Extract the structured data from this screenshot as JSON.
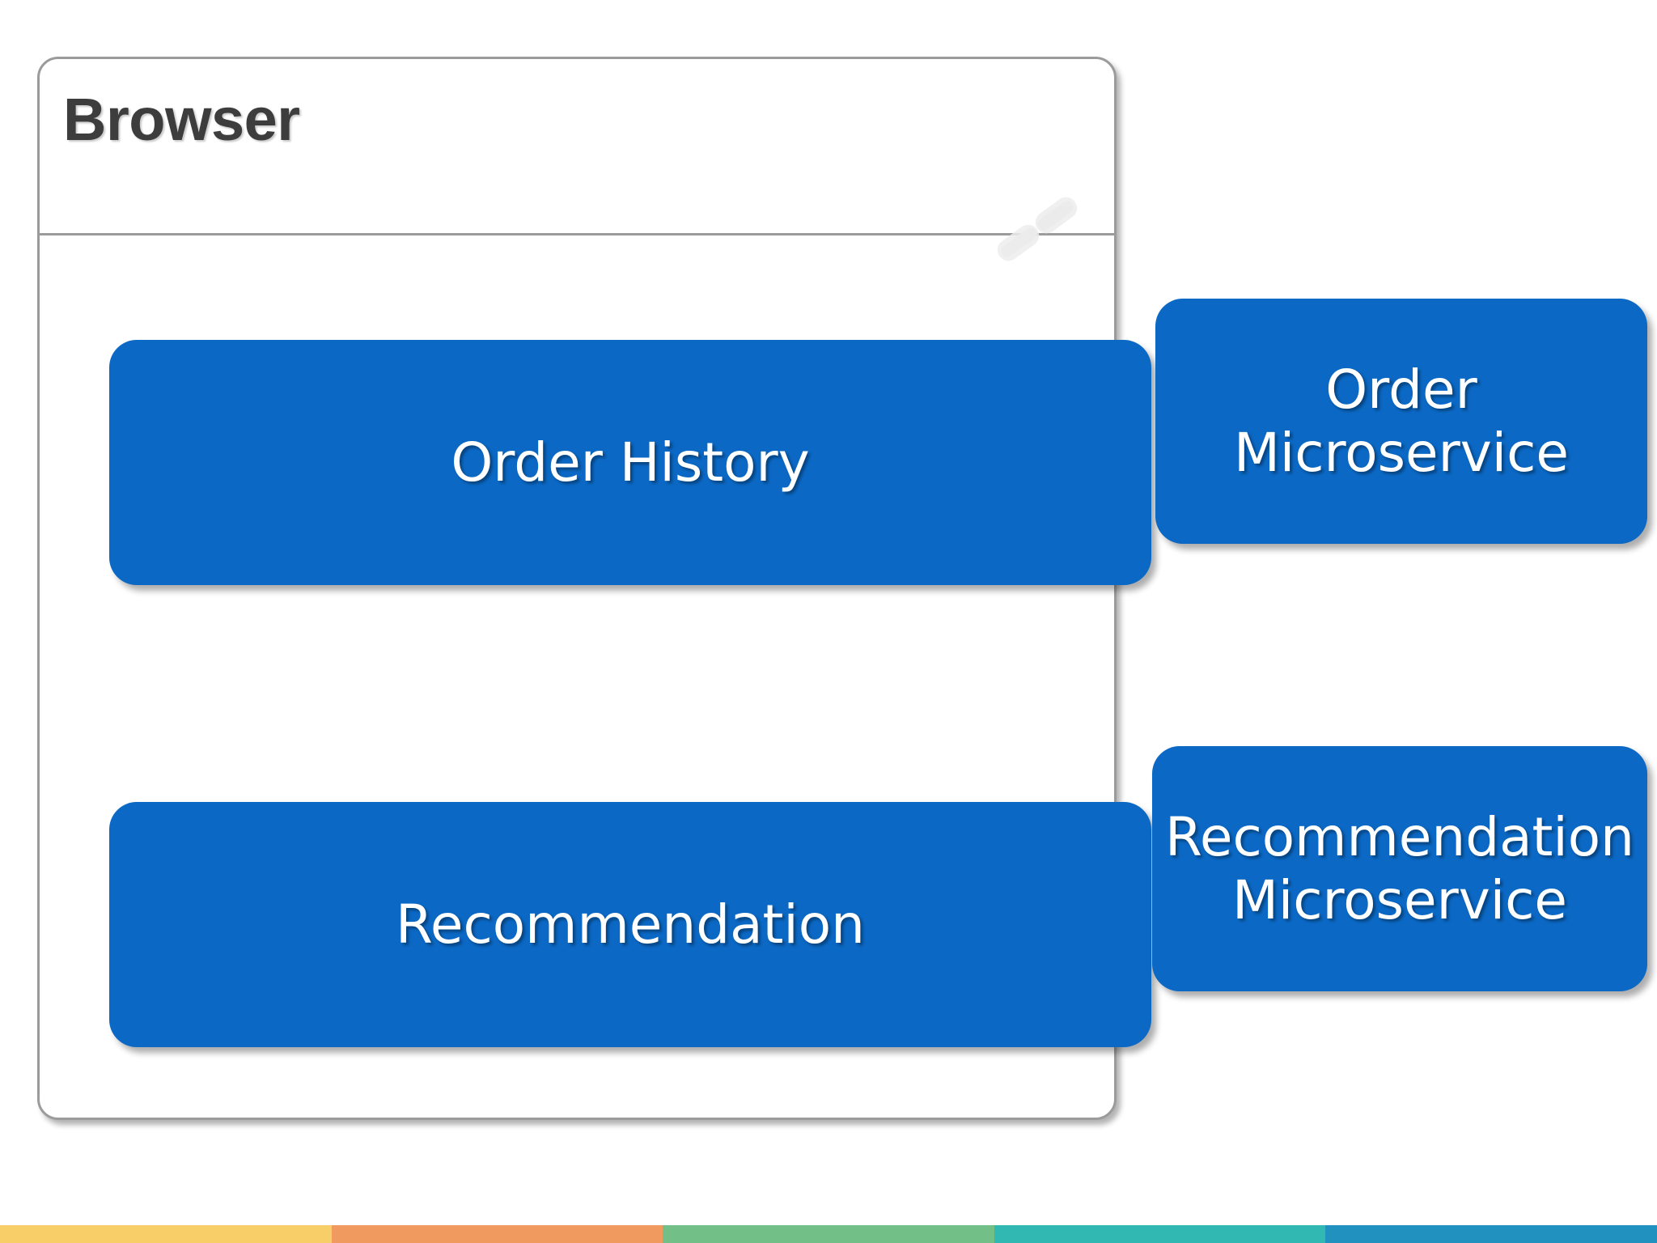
{
  "slide": {
    "background_color": "#FFFFFF"
  },
  "browser": {
    "title": "Browser",
    "title_color": "#3D3D3D",
    "frame_border_color": "#9B9B9B",
    "decorative_icon": "broken-link-icon",
    "content_boxes": [
      {
        "id": "order-history",
        "label": "Order History",
        "fill_color": "#0B68C4",
        "text_color": "#FFFFFF"
      },
      {
        "id": "recommendation",
        "label": "Recommendation",
        "fill_color": "#0B68C4",
        "text_color": "#FFFFFF"
      }
    ]
  },
  "services": {
    "boxes": [
      {
        "id": "order-microservice",
        "label": "Order\nMicroservice",
        "fill_color": "#0B68C4",
        "text_color": "#FFFFFF"
      },
      {
        "id": "recommendation-microservice",
        "label": "Recommendation\nMicroservice",
        "fill_color": "#0B68C4",
        "text_color": "#FFFFFF"
      }
    ]
  },
  "footer_strip": {
    "segments": [
      {
        "name": "yellow",
        "color": "#F7CE68"
      },
      {
        "name": "orange",
        "color": "#F09A5F"
      },
      {
        "name": "green",
        "color": "#72C087"
      },
      {
        "name": "teal",
        "color": "#31B8B3"
      },
      {
        "name": "blue",
        "color": "#2191C0"
      }
    ]
  }
}
